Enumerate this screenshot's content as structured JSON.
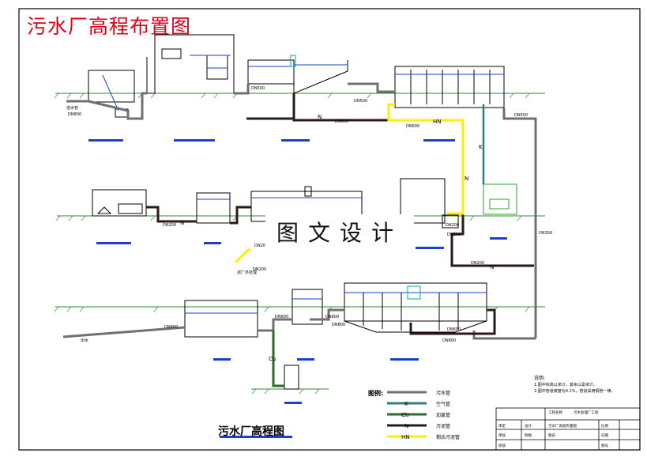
{
  "title": "污水厂高程布置图",
  "watermark": "图文设计",
  "footer_title": "污水厂高程图",
  "pipe_labels": {
    "d_inlet": "DN800",
    "d_row1_a": "DN500",
    "d_row1_b": "DN500",
    "d_row1_c": "DN600",
    "d_row1_d": "DN600",
    "d_row1_e": "DN500",
    "d_row2_a": "DN200",
    "d_row2_b": "DN200",
    "d_row2_c": "DN200",
    "d_row2_d": "DN200",
    "d_row2_e": "DN200",
    "d_row2_f": "DN300",
    "d_row3_a": "DN800",
    "d_row3_b": "DN800",
    "d_row3_c": "DN800",
    "d_row3_d": "DN800",
    "d_row3_e": "DN600",
    "d_row3_f": "DN800",
    "d_row3_g": "DN200",
    "inlet_pipe": "进水管",
    "outlet": "出水",
    "sludge_ext": "泥厂外处理",
    "sludge_pipe": "污泥管"
  },
  "line_tags": {
    "n1": "N",
    "hn": "HN",
    "n2": "N",
    "n3": "N",
    "n4": "N",
    "n5": "N",
    "k": "K",
    "cl": "Cl₂"
  },
  "legend": {
    "title": "图例:",
    "items": [
      {
        "key": "污水管",
        "color": "#707070",
        "tag": ""
      },
      {
        "key": "空气管",
        "color": "#2f7f7f",
        "tag": "K"
      },
      {
        "key": "加氯管",
        "color": "#2e6b2e",
        "tag": "Cl₂"
      },
      {
        "key": "污泥管",
        "color": "#2a1a1a",
        "tag": "N"
      },
      {
        "key": "剩余污泥管",
        "color": "#ffee00",
        "tag": "HN"
      }
    ]
  },
  "notes": {
    "title": "说明:",
    "line1": "1.图中标高以米计，其余以毫米计。",
    "line2": "2.图中管道坡度为0.1%，管道采用钢管一律。"
  },
  "title_block": {
    "cells": [
      "审定",
      "审核",
      "校核",
      "设计",
      "制图",
      "工程名称",
      "图名",
      "比例",
      "日期",
      "图号",
      "污水处理厂工程",
      "污水厂高程布置图"
    ]
  },
  "colors": {
    "sewage": "#707070",
    "sludge": "#2a1a1a",
    "excess": "#ffee00",
    "air": "#2f7f7f",
    "chlorine": "#2e6b2e",
    "accent_blue": "#1a3fd1",
    "title_red": "#e0001a"
  }
}
